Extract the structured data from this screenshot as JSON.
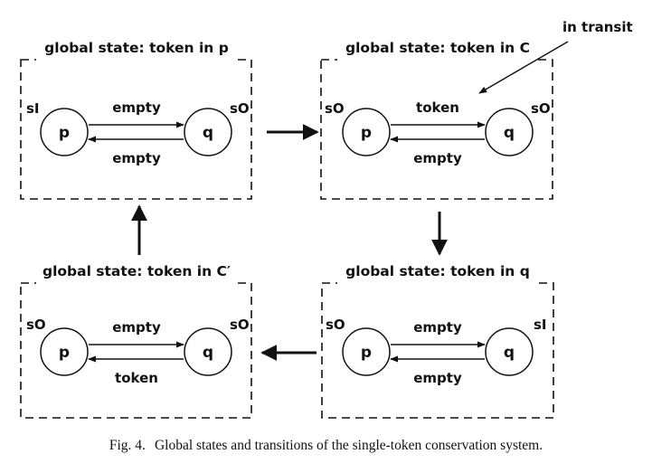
{
  "colors": {
    "ink": "#111111",
    "background": "#ffffff"
  },
  "annotation": "in transit",
  "panels": [
    {
      "id": "token-in-p",
      "title": "global state: token in p",
      "left_node": "p",
      "right_node": "q",
      "left_state": "sI",
      "right_state": "sO",
      "top_label": "empty",
      "bottom_label": "empty"
    },
    {
      "id": "token-in-c",
      "title": "global state: token in C",
      "left_node": "p",
      "right_node": "q",
      "left_state": "sO",
      "right_state": "sO",
      "top_label": "token",
      "bottom_label": "empty"
    },
    {
      "id": "token-in-c-prime",
      "title": "global state: token in C′",
      "left_node": "p",
      "right_node": "q",
      "left_state": "sO",
      "right_state": "sO",
      "top_label": "empty",
      "bottom_label": "token"
    },
    {
      "id": "token-in-q",
      "title": "global state: token in q",
      "left_node": "p",
      "right_node": "q",
      "left_state": "sO",
      "right_state": "sI",
      "top_label": "empty",
      "bottom_label": "empty"
    }
  ],
  "caption": {
    "figure": "Fig. 4.",
    "text": "Global states and transitions of the single-token conservation system."
  }
}
